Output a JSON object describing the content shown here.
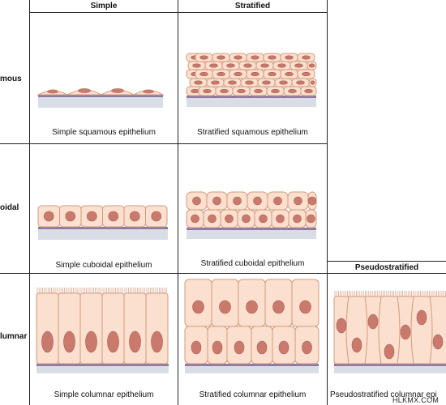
{
  "columns": {
    "simple": "Simple",
    "stratified": "Stratified",
    "pseudostratified": "Pseudostratified"
  },
  "rows": {
    "squamous": "mous",
    "cuboidal": "oidal",
    "columnar": "lumnar"
  },
  "captions": {
    "simple_squamous": "Simple squamous epithelium",
    "stratified_squamous": "Stratified squamous epithelium",
    "simple_cuboidal": "Simple cuboidal epithelium",
    "stratified_cuboidal": "Stratified cuboidal epithelium",
    "simple_columnar": "Simple columnar epithelium",
    "stratified_columnar": "Stratified columnar epithelium",
    "pseudostratified_columnar": "Pseudostratified columnar epi"
  },
  "watermark": "HLKMX.COM",
  "colors": {
    "cell_fill": "#fbe0cf",
    "cell_stroke": "#d39a7e",
    "nucleus": "#c97a6c",
    "nucleus_stroke": "#a85c52",
    "basement": "#8e7aa0",
    "tissue": "#d9dee6",
    "gridline": "#222222"
  }
}
